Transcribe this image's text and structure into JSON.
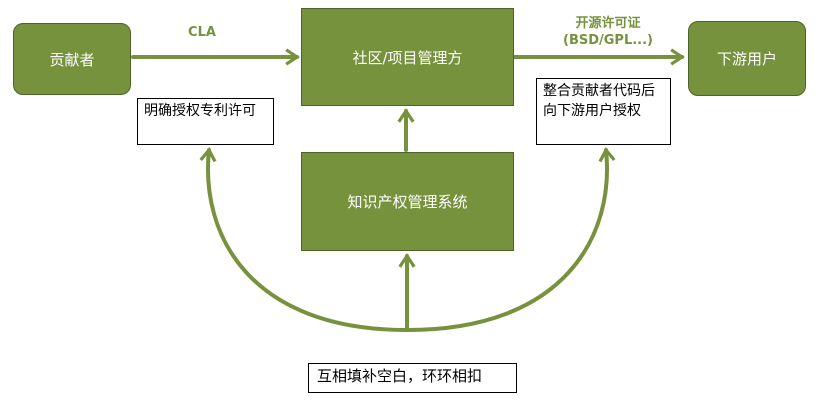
{
  "nodes": {
    "contributor": "贡献者",
    "community": "社区/项目管理方",
    "downstream": "下游用户",
    "ip_system": "知识产权管理系统"
  },
  "edge_labels": {
    "cla": "CLA",
    "open_license_line1": "开源许可证",
    "open_license_line2": "(BSD/GPL...)"
  },
  "notes": {
    "patent_license": "明确授权专利许可",
    "integrated_license": "整合贡献者代码后向下游用户授权",
    "complement": "互相填补空白，环环相扣"
  },
  "colors": {
    "node_fill": "#76923c",
    "node_border": "#4f6228",
    "arrow": "#76923c",
    "label_text": "#76923c"
  }
}
